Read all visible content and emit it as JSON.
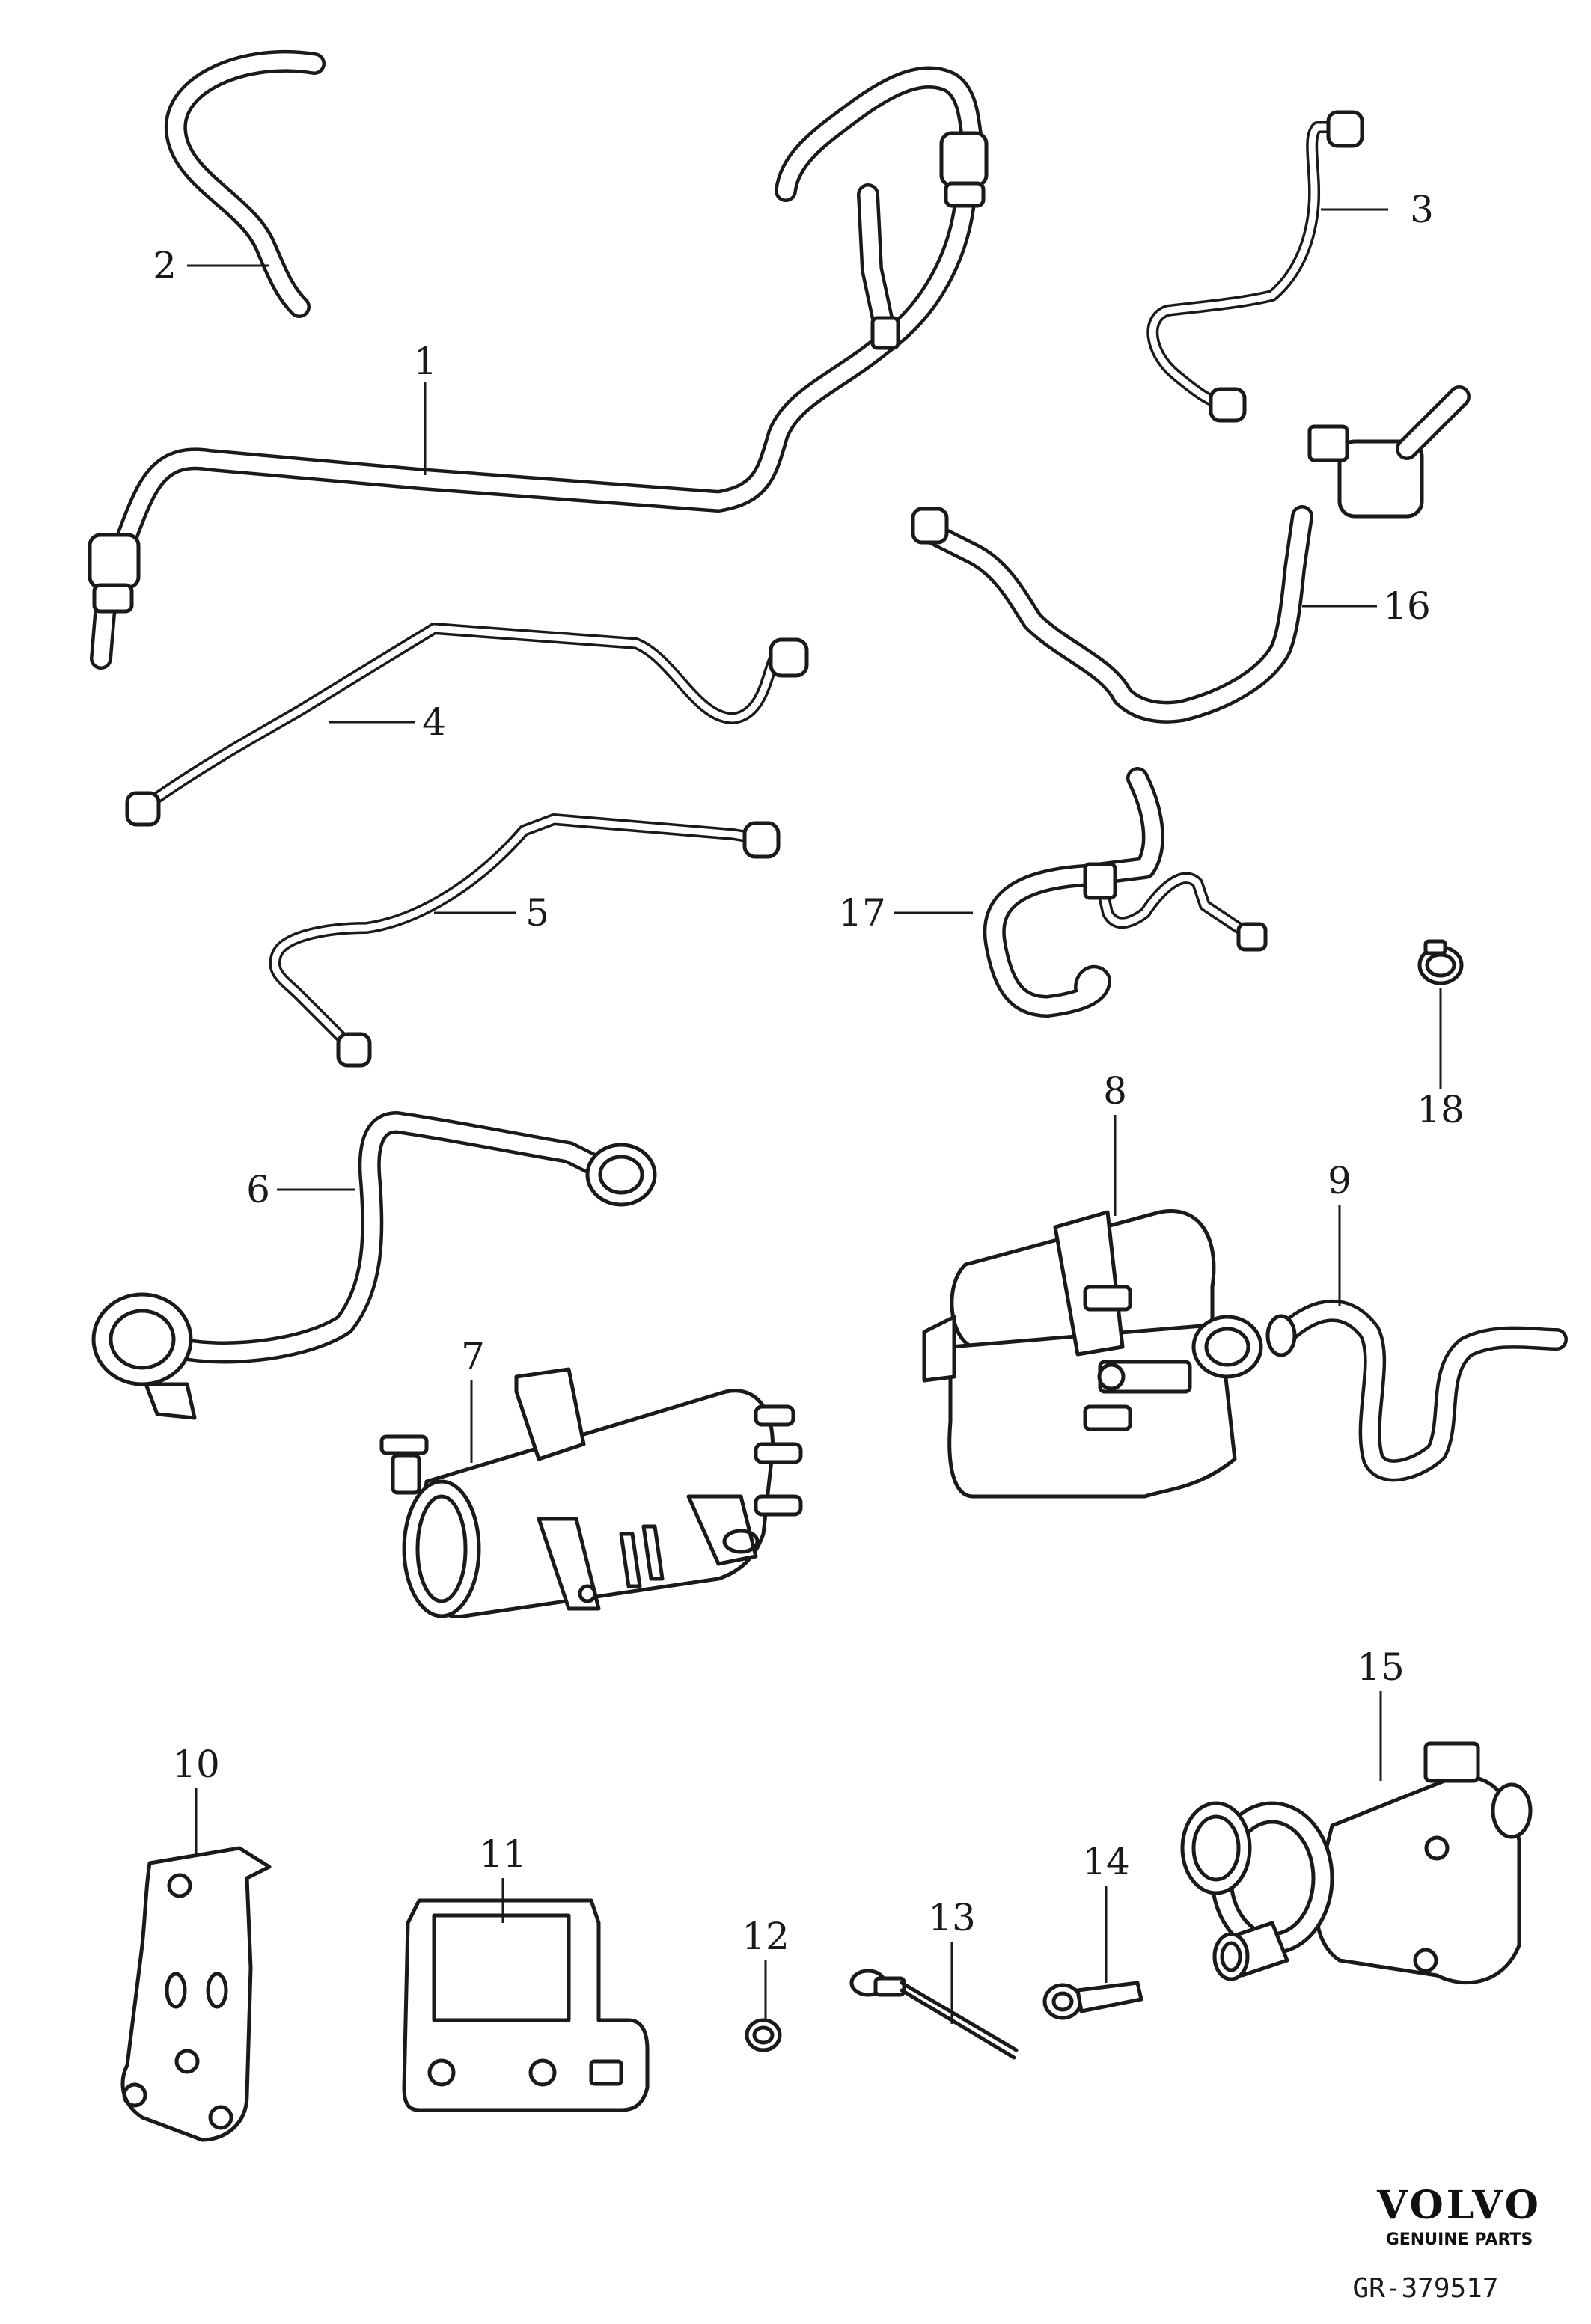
{
  "callouts": {
    "c1": "1",
    "c2": "2",
    "c3": "3",
    "c4": "4",
    "c5": "5",
    "c6": "6",
    "c7": "7",
    "c8": "8",
    "c9": "9",
    "c10": "10",
    "c11": "11",
    "c12": "12",
    "c13": "13",
    "c14": "14",
    "c15": "15",
    "c16": "16",
    "c17": "17",
    "c18": "18"
  },
  "brand": {
    "name": "VOLVO",
    "tagline": "GENUINE PARTS"
  },
  "document_number": "GR-379517"
}
